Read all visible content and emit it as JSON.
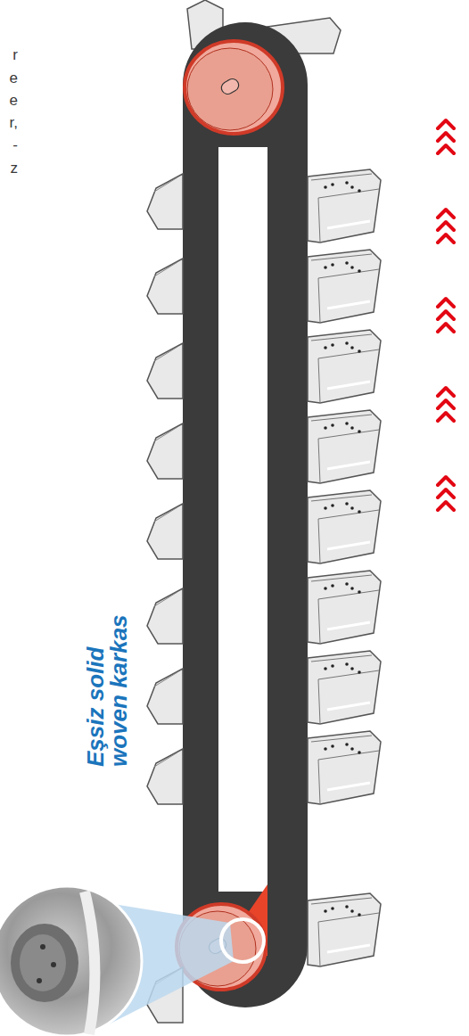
{
  "diagram": {
    "labels": [
      "r",
      "e",
      "e",
      "r,",
      "-",
      "z",
      "Eşsiz solid woven karkas"
    ]
  }
}
